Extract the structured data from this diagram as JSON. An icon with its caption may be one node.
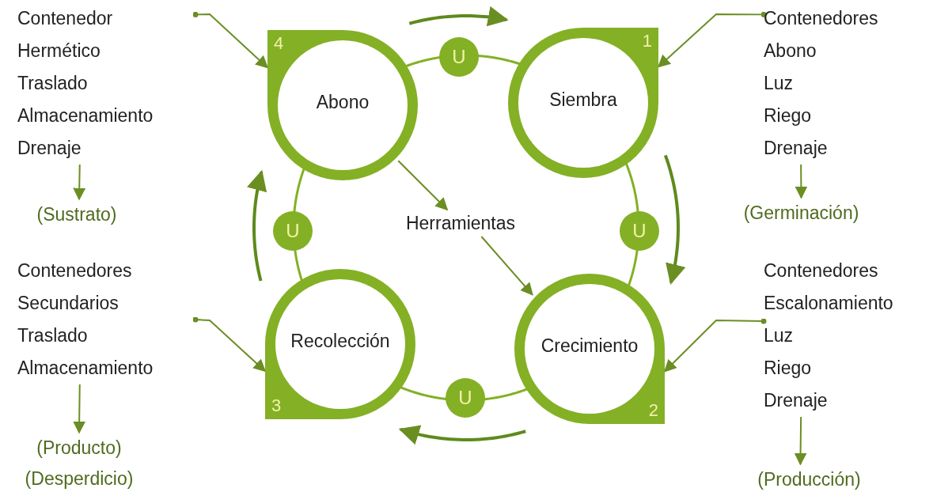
{
  "diagram": {
    "nodes": [
      {
        "text": [
          "Contenedor",
          "Hermético",
          "Traslado",
          "Almacenamiento",
          "Drenaje"
        ]
      },
      {
        "text": [
          "(Sustrato)"
        ]
      },
      {
        "text": [
          "Abono",
          "4"
        ]
      },
      {
        "text": [
          "Siembra",
          "1"
        ]
      },
      {
        "text": [
          "Contenedores",
          "Abono",
          "Luz",
          "Riego",
          "Drenaje"
        ]
      },
      {
        "text": [
          "(Germinación)"
        ]
      },
      {
        "text": [
          "U"
        ]
      },
      {
        "text": [
          "U"
        ]
      },
      {
        "text": [
          "Herramientas"
        ]
      },
      {
        "text": [
          "U"
        ]
      },
      {
        "text": [
          "Contenedores",
          "Secundarios",
          "Traslado",
          "Almacenamiento"
        ]
      },
      {
        "text": [
          "(Producto)",
          "(Desperdicio)"
        ]
      },
      {
        "text": [
          "Recolección",
          "3"
        ]
      },
      {
        "text": [
          "Crecimiento",
          "2"
        ]
      },
      {
        "text": [
          "Contenedores",
          "Escalonamiento",
          "Luz",
          "Riego",
          "Drenaje"
        ]
      },
      {
        "text": [
          "(Producción)"
        ]
      },
      {
        "text": [
          "U"
        ]
      }
    ],
    "edges": [
      {
        "from": 0,
        "to": 2,
        "arrow": "to"
      },
      {
        "from": 0,
        "to": 1,
        "arrow": "to"
      },
      {
        "from": 4,
        "to": 3,
        "arrow": "to"
      },
      {
        "from": 4,
        "to": 5,
        "arrow": "to"
      },
      {
        "from": 2,
        "to": 8,
        "arrow": "to"
      },
      {
        "from": 8,
        "to": 13,
        "arrow": "to"
      },
      {
        "from": 10,
        "to": 12,
        "arrow": "to"
      },
      {
        "from": 10,
        "to": 11,
        "arrow": "to"
      },
      {
        "from": 14,
        "to": 13,
        "arrow": "to"
      },
      {
        "from": 14,
        "to": 15,
        "arrow": "to"
      },
      {
        "from": 2,
        "to": 6,
        "arrow": "none"
      },
      {
        "from": 6,
        "to": 3,
        "arrow": "none"
      },
      {
        "from": 3,
        "to": 9,
        "arrow": "none"
      },
      {
        "from": 9,
        "to": 13,
        "arrow": "none"
      },
      {
        "from": 13,
        "to": 16,
        "arrow": "none"
      },
      {
        "from": 16,
        "to": 12,
        "arrow": "none"
      },
      {
        "from": 12,
        "to": 7,
        "arrow": "none"
      },
      {
        "from": 7,
        "to": 2,
        "arrow": "none"
      }
    ]
  }
}
